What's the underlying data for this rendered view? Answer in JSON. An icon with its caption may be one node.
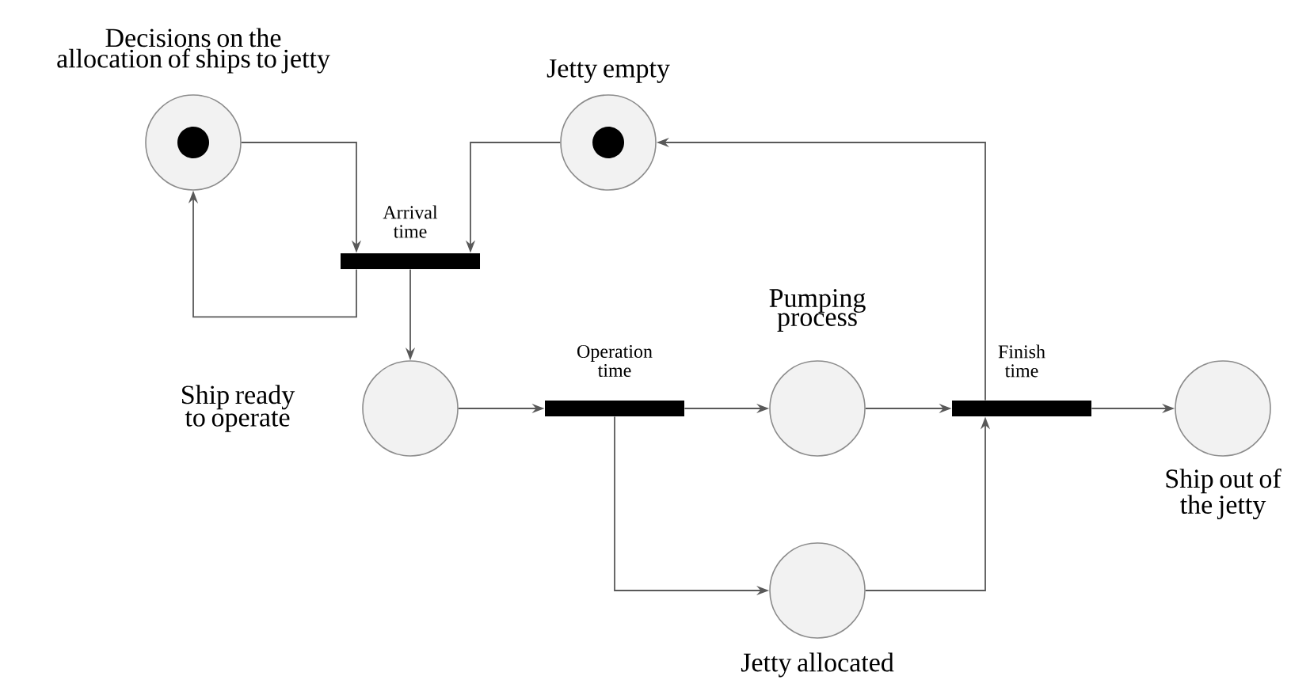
{
  "diagram": {
    "nodes": [
      {
        "text": [
          "Decisions on the allocation of ships to jetty"
        ]
      },
      {
        "text": [
          "Jetty empty"
        ]
      },
      {
        "text": [
          "Arrival time"
        ]
      },
      {
        "text": [
          "Ship ready to operate"
        ]
      },
      {
        "text": [
          "Operation time"
        ]
      },
      {
        "text": [
          "Pumping process"
        ]
      },
      {
        "text": [
          "Jetty allocated"
        ]
      },
      {
        "text": [
          "Finish time"
        ]
      },
      {
        "text": [
          "Ship out of the jetty"
        ]
      }
    ],
    "edges": [
      {
        "from": 0,
        "to": 2,
        "arrow": "to"
      },
      {
        "from": 1,
        "to": 2,
        "arrow": "to"
      },
      {
        "from": 2,
        "to": 0,
        "arrow": "to"
      },
      {
        "from": 2,
        "to": 3,
        "arrow": "to"
      },
      {
        "from": 3,
        "to": 4,
        "arrow": "to"
      },
      {
        "from": 4,
        "to": 5,
        "arrow": "to"
      },
      {
        "from": 4,
        "to": 6,
        "arrow": "to"
      },
      {
        "from": 5,
        "to": 7,
        "arrow": "to"
      },
      {
        "from": 6,
        "to": 7,
        "arrow": "to"
      },
      {
        "from": 7,
        "to": 1,
        "arrow": "to"
      },
      {
        "from": 7,
        "to": 8,
        "arrow": "to"
      }
    ]
  }
}
